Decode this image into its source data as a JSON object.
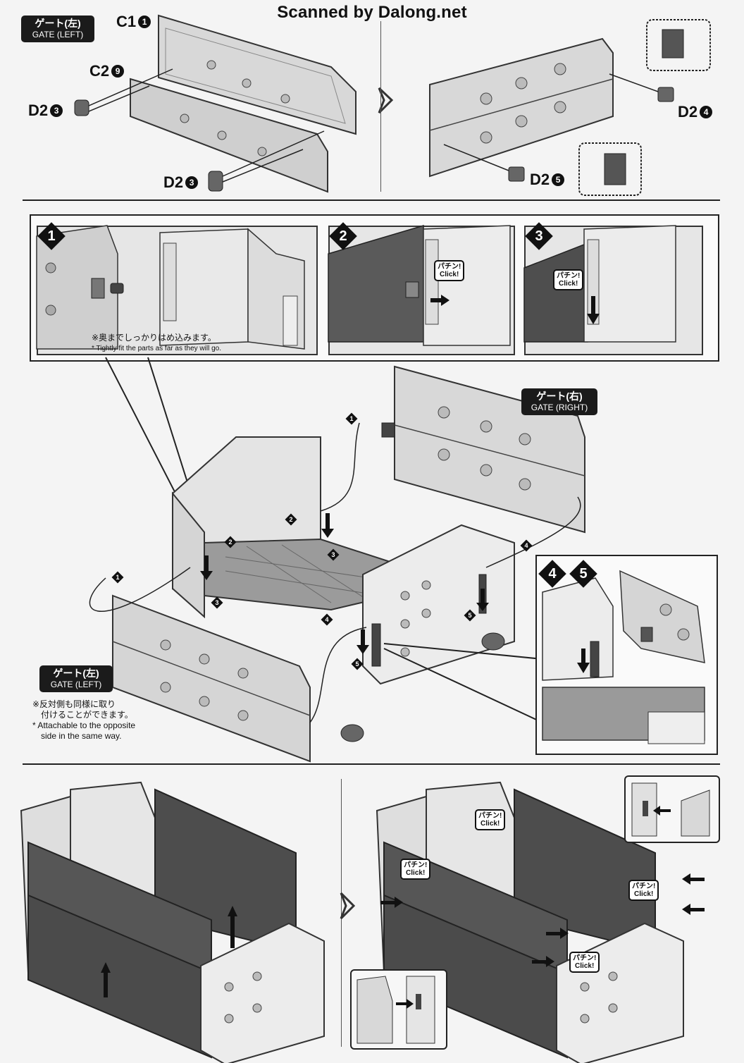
{
  "header": {
    "watermark": "Scanned by Dalong.net"
  },
  "section1": {
    "gate_left": {
      "jp": "ゲート(左)",
      "en": "GATE (LEFT)"
    },
    "parts": [
      {
        "code": "C1",
        "num": "1"
      },
      {
        "code": "C2",
        "num": "9"
      },
      {
        "code": "D2",
        "num": "3"
      },
      {
        "code": "D2",
        "num": "3"
      },
      {
        "code": "D2",
        "num": "4"
      },
      {
        "code": "D2",
        "num": "5"
      }
    ]
  },
  "section2": {
    "steps": [
      "1",
      "2",
      "3"
    ],
    "click_label": {
      "jp": "パチン!",
      "en": "Click!"
    },
    "note_jp": "※奥までしっかりはめ込みます。",
    "note_en": "* Tightly fit the parts as far as they will go."
  },
  "section3": {
    "gate_right": {
      "jp": "ゲート(右)",
      "en": "GATE (RIGHT)"
    },
    "gate_left": {
      "jp": "ゲート(左)",
      "en": "GATE (LEFT)"
    },
    "callouts": [
      "1",
      "2",
      "3",
      "2",
      "3",
      "1",
      "4",
      "5",
      "4",
      "5"
    ],
    "detail_steps": [
      "4",
      "5"
    ],
    "note_jp_1": "※反対側も同様に取り",
    "note_jp_2": "付けることができます。",
    "note_en_1": "* Attachable to the opposite",
    "note_en_2": "side in the same way."
  },
  "section4": {
    "click_label": {
      "jp": "パチン!",
      "en": "Click!"
    }
  }
}
